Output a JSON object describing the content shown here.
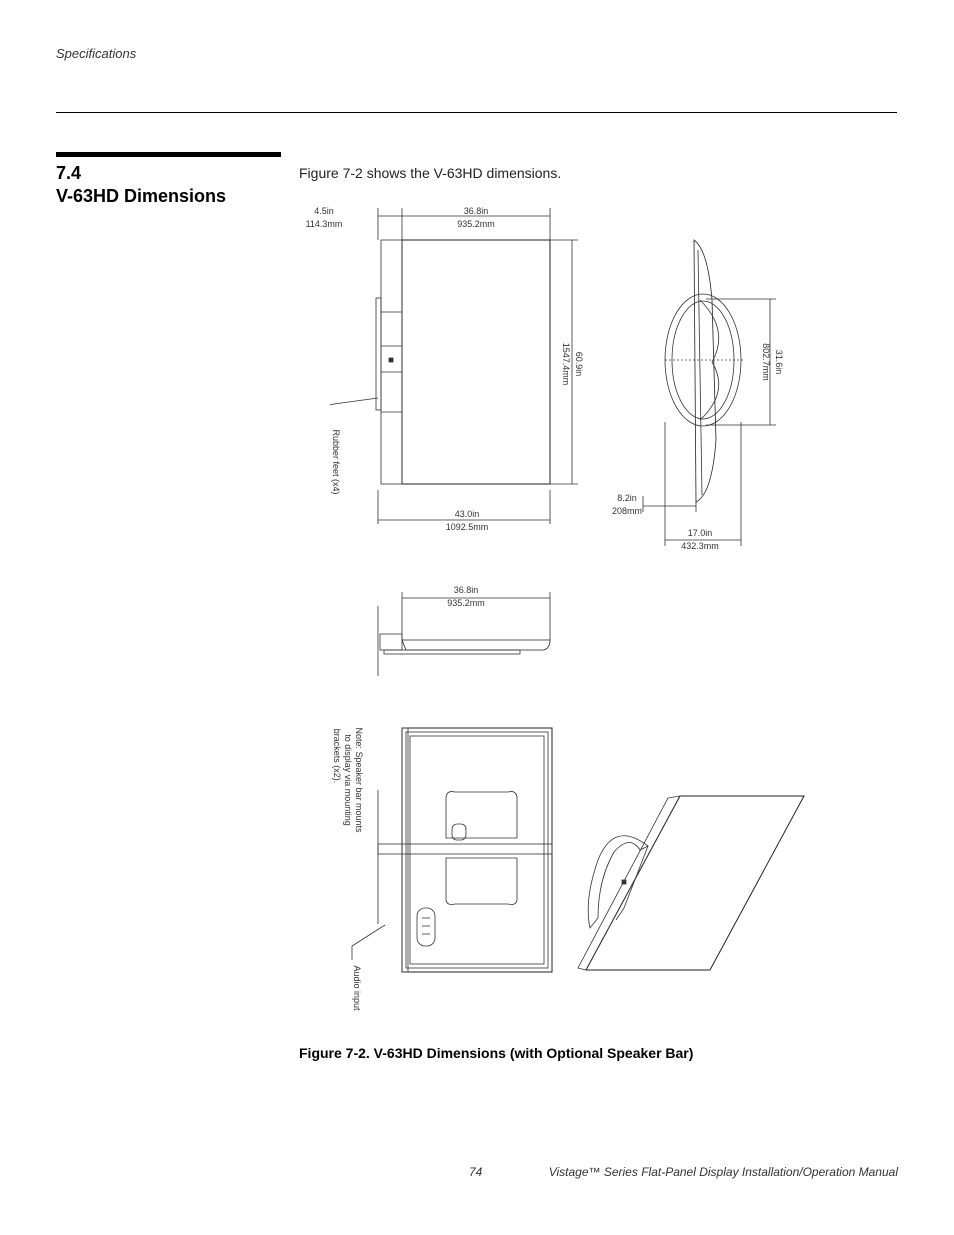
{
  "header": {
    "running_head": "Specifications"
  },
  "section": {
    "number": "7.4",
    "title": "V-63HD Dimensions"
  },
  "body": {
    "intro": "Figure 7-2 shows the V-63HD dimensions."
  },
  "figure": {
    "caption": "Figure 7-2. V-63HD Dimensions (with Optional Speaker Bar)",
    "front_view": {
      "depth_in": "4.5in",
      "depth_mm": "114.3mm",
      "screen_width_in": "36.8in",
      "screen_width_mm": "935.2mm",
      "height_in": "60.9in",
      "height_mm": "1547.4mm",
      "overall_width_in": "43.0in",
      "overall_width_mm": "1092.5mm",
      "rubber_feet_label": "Rubber feet (x4)"
    },
    "side_view": {
      "stand_height_in": "31.6in",
      "stand_height_mm": "802.7mm",
      "foot_in": "8.2in",
      "foot_mm": "208mm",
      "stand_depth_in": "17.0in",
      "stand_depth_mm": "432.3mm"
    },
    "top_view": {
      "width_in": "36.8in",
      "width_mm": "935.2mm"
    },
    "rear_view": {
      "note_line1": "Note: Speaker bar mounts",
      "note_line2": "to display via mounting",
      "note_line3": "brackets (x2).",
      "audio_input_label": "Audio input"
    }
  },
  "footer": {
    "page_number": "74",
    "book_title": "Vistage™ Series Flat-Panel Display Installation/Operation Manual"
  }
}
